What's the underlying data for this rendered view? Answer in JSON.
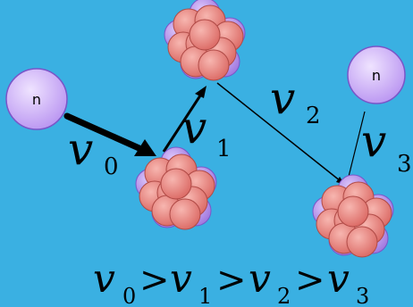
{
  "diagram": {
    "neutron_label": "n",
    "velocity_symbol": "v",
    "labels": [
      {
        "symbol": "v",
        "sub": "0"
      },
      {
        "symbol": "v",
        "sub": "1"
      },
      {
        "symbol": "v",
        "sub": "2"
      },
      {
        "symbol": "v",
        "sub": "3"
      }
    ],
    "relation": {
      "terms": [
        {
          "symbol": "v",
          "sub": "0"
        },
        {
          "symbol": "v",
          "sub": "1"
        },
        {
          "symbol": "v",
          "sub": "2"
        },
        {
          "symbol": "v",
          "sub": "3"
        }
      ],
      "operator": ">"
    }
  },
  "colors": {
    "background": "#3ab0e2",
    "proton": "#e8847e",
    "neutron_ball": "#b88ee8",
    "neutron_particle": "#c9a6f5"
  }
}
